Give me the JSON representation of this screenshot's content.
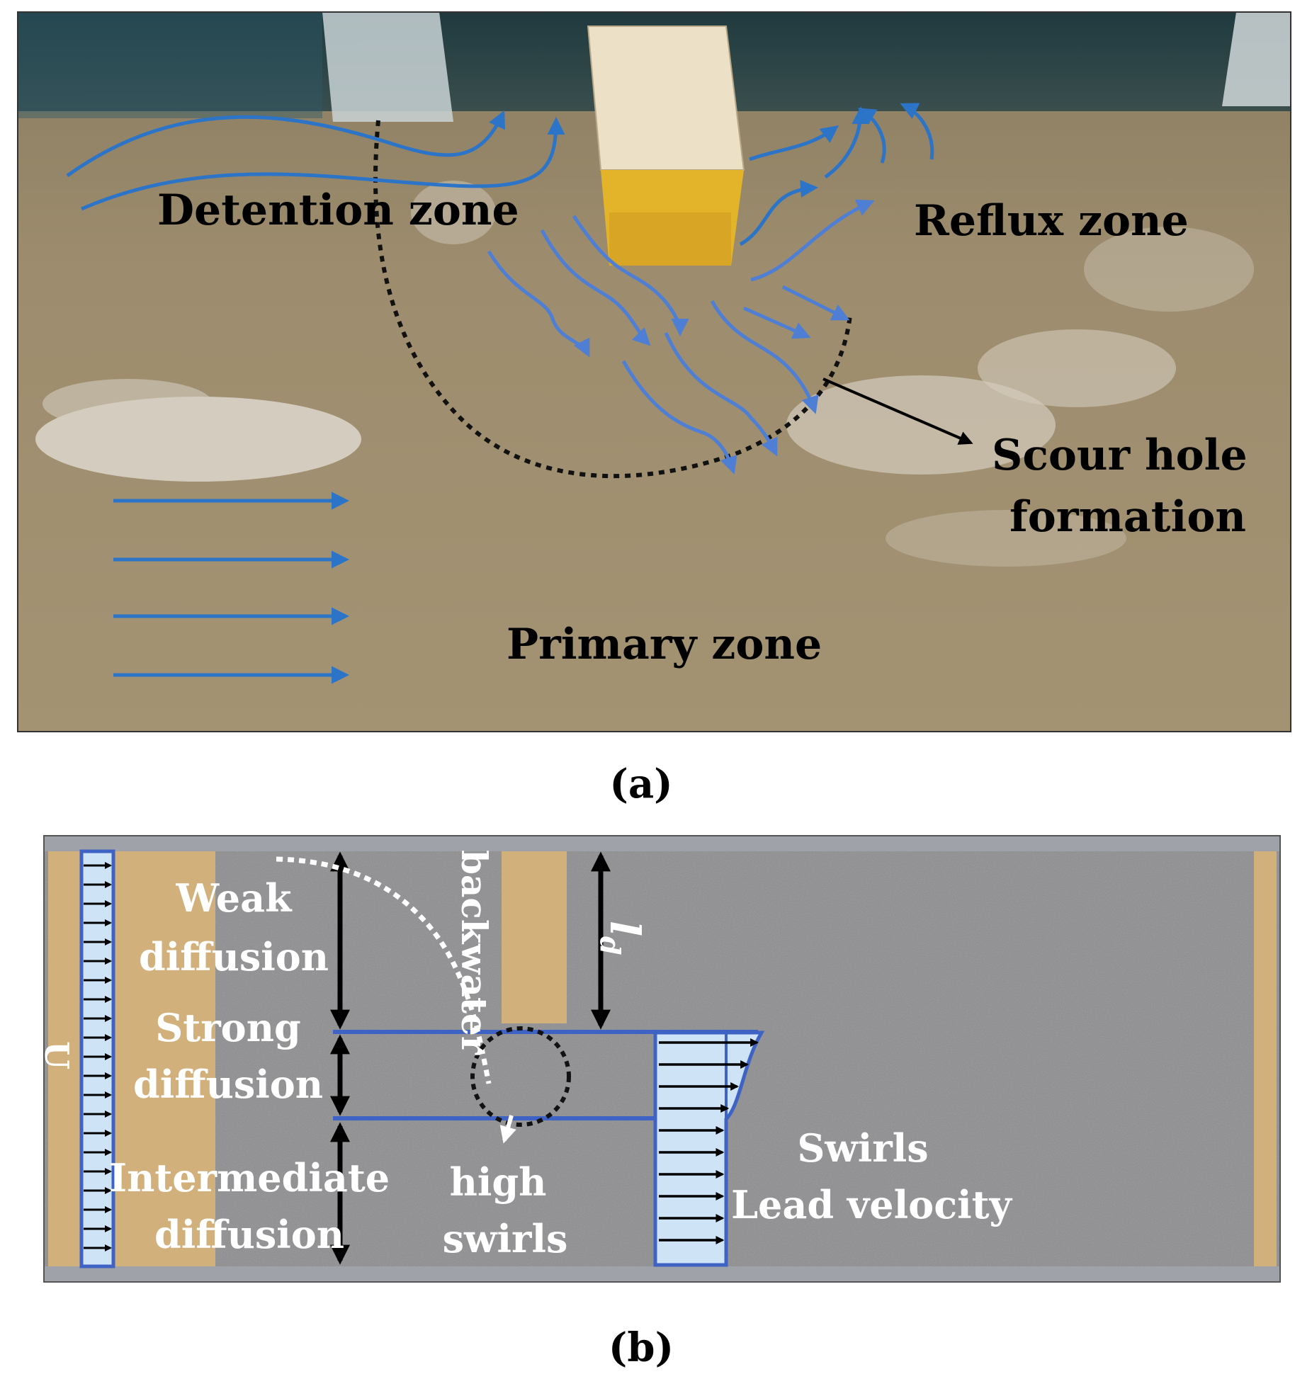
{
  "panel_a": {
    "caption": "(a)",
    "labels": {
      "detention": "Detention zone",
      "reflux": "Reflux zone",
      "scour_line1": "Scour hole",
      "scour_line2": "formation",
      "primary": "Primary zone"
    },
    "colors": {
      "water": "#9c8b6c",
      "flow_arrow": "#2b74c8",
      "swirl_arrow": "#4f7fd4",
      "block_top": "#ece0c6",
      "block_side": "#e3b42a"
    }
  },
  "panel_b": {
    "caption": "(b)",
    "labels": {
      "weak1": "Weak",
      "weak2": "diffusion",
      "strong1": "Strong",
      "strong2": "diffusion",
      "inter1": "Intermediate",
      "inter2": "diffusion",
      "backwater": "backwater",
      "ld": "l",
      "ld_sub": "d",
      "u": "U",
      "high": "high",
      "swirls_low": "swirls",
      "swirls": "Swirls",
      "lead": "Lead velocity"
    },
    "colors": {
      "bed": "#8f8f91",
      "wood": "#d2b07b",
      "profile_fill": "#cfe3f7",
      "profile_edge": "#3f62c5",
      "wall": "#9fa2a8"
    }
  }
}
